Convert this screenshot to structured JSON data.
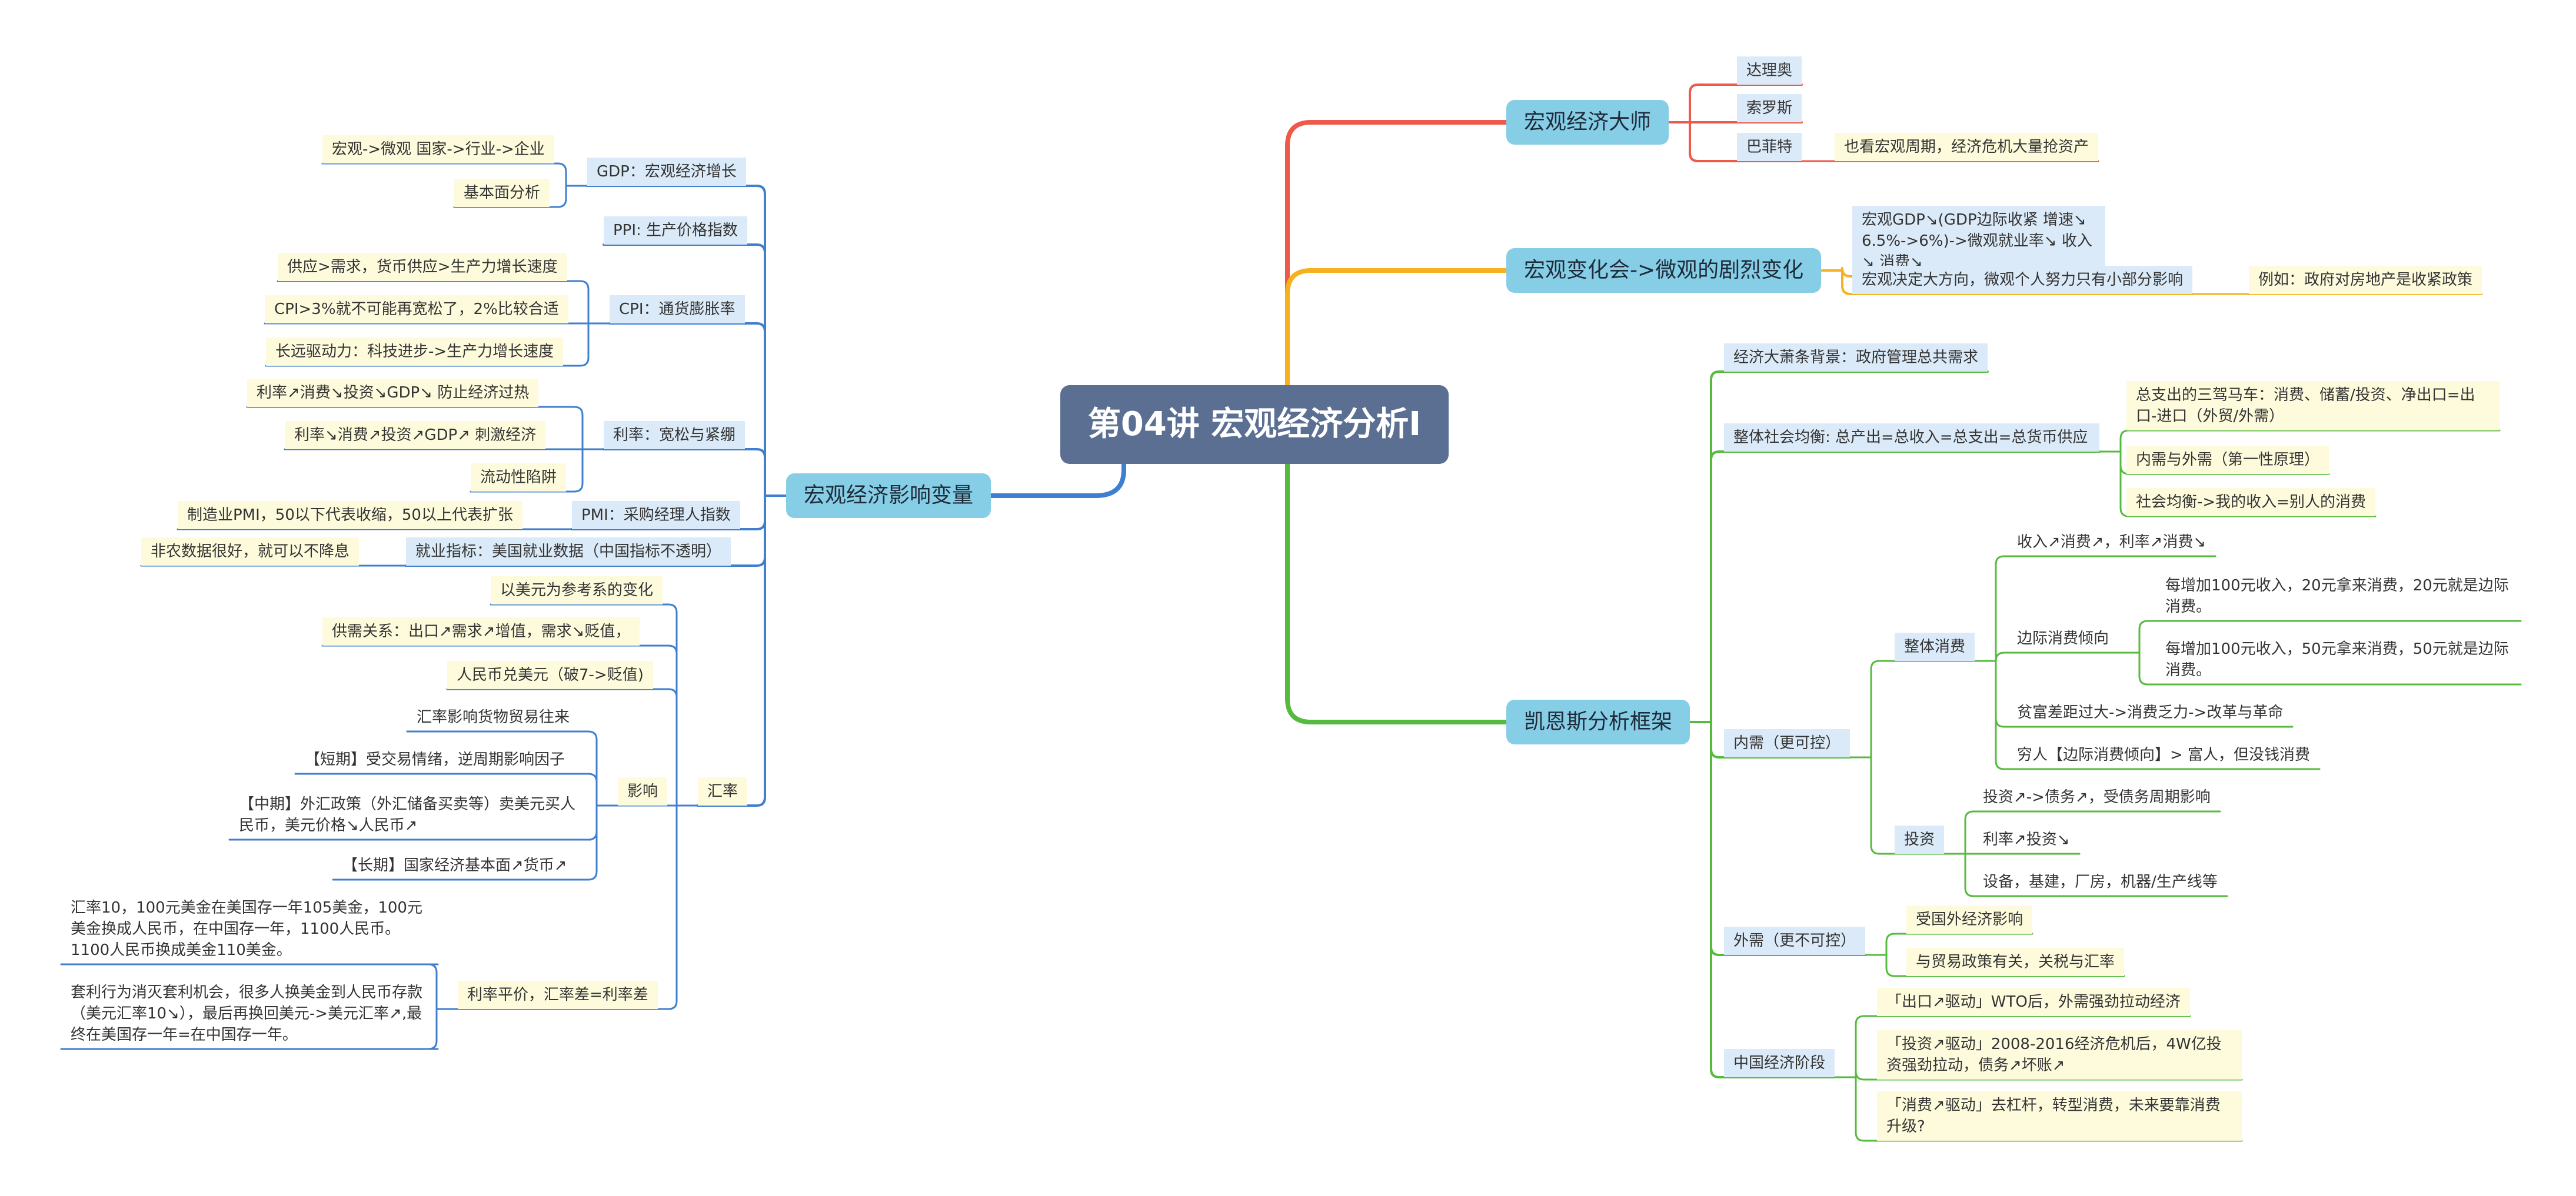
{
  "root": "第04讲 宏观经济分析I",
  "left_main": "宏观经济影响变量",
  "l_gdp": "GDP：宏观经济增长",
  "l_gdp_1": "宏观->微观 国家->行业->企业",
  "l_gdp_2": "基本面分析",
  "l_ppi": "PPI: 生产价格指数",
  "l_cpi": "CPI：通货膨胀率",
  "l_cpi_1": "供应>需求，货币供应>生产力增长速度",
  "l_cpi_2": "CPI>3%就不可能再宽松了，2%比较合适",
  "l_cpi_3": "长远驱动力：科技进步->生产力增长速度",
  "l_rate": "利率：宽松与紧绷",
  "l_rate_1": "利率↗消费↘投资↘GDP↘ 防止经济过热",
  "l_rate_2": "利率↘消费↗投资↗GDP↗ 刺激经济",
  "l_rate_3": "流动性陷阱",
  "l_pmi": "PMI：采购经理人指数",
  "l_pmi_1": "制造业PMI，50以下代表收缩，50以上代表扩张",
  "l_job": "就业指标：美国就业数据（中国指标不透明）",
  "l_job_1": "非农数据很好，就可以不降息",
  "l_fx": "汇率",
  "l_fx_1": "以美元为参考系的变化",
  "l_fx_2": "供需关系：出口↗需求↗增值，需求↘贬值，",
  "l_fx_3": "人民币兑美元（破7->贬值)",
  "l_fx_inf": "影响",
  "l_fx_inf_1": "汇率影响货物贸易往来",
  "l_fx_inf_2": "【短期】受交易情绪，逆周期影响因子",
  "l_fx_inf_3": "【中期】外汇政策（外汇储备买卖等）卖美元买人民币，美元价格↘人民币↗",
  "l_fx_inf_4": "【长期】国家经济基本面↗货币↗",
  "l_fx_par": "利率平价，汇率差=利率差",
  "l_fx_par_1": "汇率10，100元美金在美国存一年105美金，100元美金换成人民币，在中国存一年，1100人民币。1100人民币换成美金110美金。",
  "l_fx_par_2": "套利行为消灭套利机会，很多人换美金到人民币存款（美元汇率10↘），最后再换回美元->美元汇率↗,最终在美国存一年=在中国存一年。",
  "r_master": "宏观经济大师",
  "r_master_1": "达理奥",
  "r_master_2": "索罗斯",
  "r_master_3": "巴菲特",
  "r_master_3_1": "也看宏观周期，经济危机大量抢资产",
  "r_change": "宏观变化会->微观的剧烈变化",
  "r_change_1": "宏观GDP↘(GDP边际收紧 增速↘ 6.5%->6%)->微观就业率↘ 收入↘ 消费↘",
  "r_change_2": "宏观决定大方向，微观个人努力只有小部分影响",
  "r_change_2_1": "例如：政府对房地产是收紧政策",
  "r_keynes": "凯恩斯分析框架",
  "k_bg": "经济大萧条背景：政府管理总共需求",
  "k_bal": "整体社会均衡: 总产出=总收入=总支出=总货币供应",
  "k_bal_1": "总支出的三驾马车：消费、储蓄/投资、净出口=出口-进口（外贸/外需）",
  "k_bal_2": "内需与外需（第一性原理）",
  "k_bal_3": "社会均衡->我的收入=别人的消费",
  "k_dom": "内需（更可控）",
  "k_cons": "整体消费",
  "k_cons_1": "收入↗消费↗，利率↗消费↘",
  "k_cons_2": "边际消费倾向",
  "k_cons_2_1": "每增加100元收入，20元拿来消费，20元就是边际消费。",
  "k_cons_2_2": "每增加100元收入，50元拿来消费，50元就是边际消费。",
  "k_cons_3": "贫富差距过大->消费乏力->改革与革命",
  "k_cons_4": "穷人【边际消费倾向】> 富人，但没钱消费",
  "k_inv": "投资",
  "k_inv_1": "投资↗->债务↗，受债务周期影响",
  "k_inv_2": "利率↗投资↘",
  "k_inv_3": "设备，基建，厂房，机器/生产线等",
  "k_ext": "外需（更不可控）",
  "k_ext_1": "受国外经济影响",
  "k_ext_2": "与贸易政策有关，关税与汇率",
  "k_cn": "中国经济阶段",
  "k_cn_1": "「出口↗驱动」WTO后，外需强劲拉动经济",
  "k_cn_2": "「投资↗驱动」2008-2016经济危机后，4W亿投资强劲拉动，债务↗坏账↗",
  "k_cn_3": "「消费↗驱动」去杠杆，转型消费，未来要靠消费升级?",
  "colors": {
    "left": "#3f7fd0",
    "master": "#ee5a4a",
    "change": "#f5b21e",
    "keynes": "#56ba3e",
    "root": "#5b6f93"
  }
}
